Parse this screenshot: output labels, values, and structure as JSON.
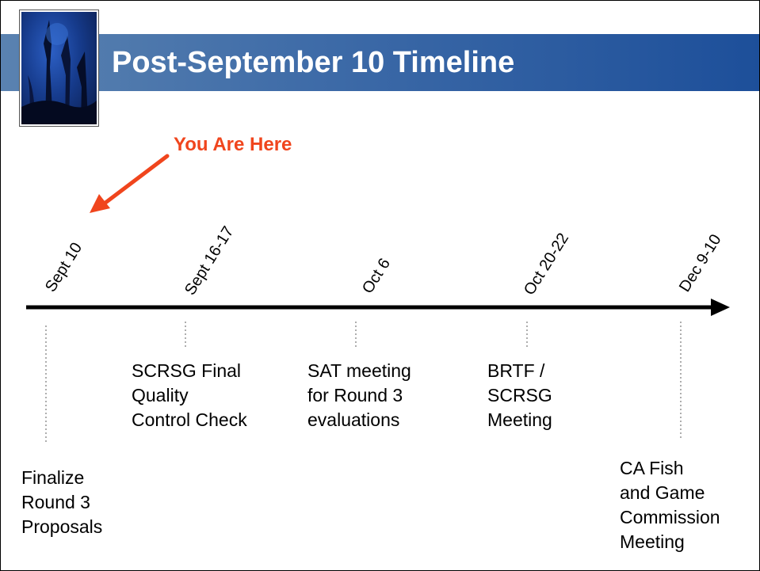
{
  "slide": {
    "title": "Post-September 10 Timeline",
    "accent_color": "#f0451d",
    "title_bar_color": "#3f6ca8"
  },
  "marker": {
    "label": "You Are Here",
    "icon": "arrow-pointing-left-down"
  },
  "timeline": {
    "dates": [
      "Sept 10",
      "Sept 16-17",
      "Oct 6",
      "Oct 20-22",
      "Dec 9-10"
    ],
    "events": [
      "Finalize\nRound 3\nProposals",
      "SCRSG Final\nQuality\nControl Check",
      "SAT meeting\nfor Round 3\nevaluations",
      "BRTF /\nSCRSG\nMeeting",
      "CA Fish\nand Game\nCommission\nMeeting"
    ]
  }
}
